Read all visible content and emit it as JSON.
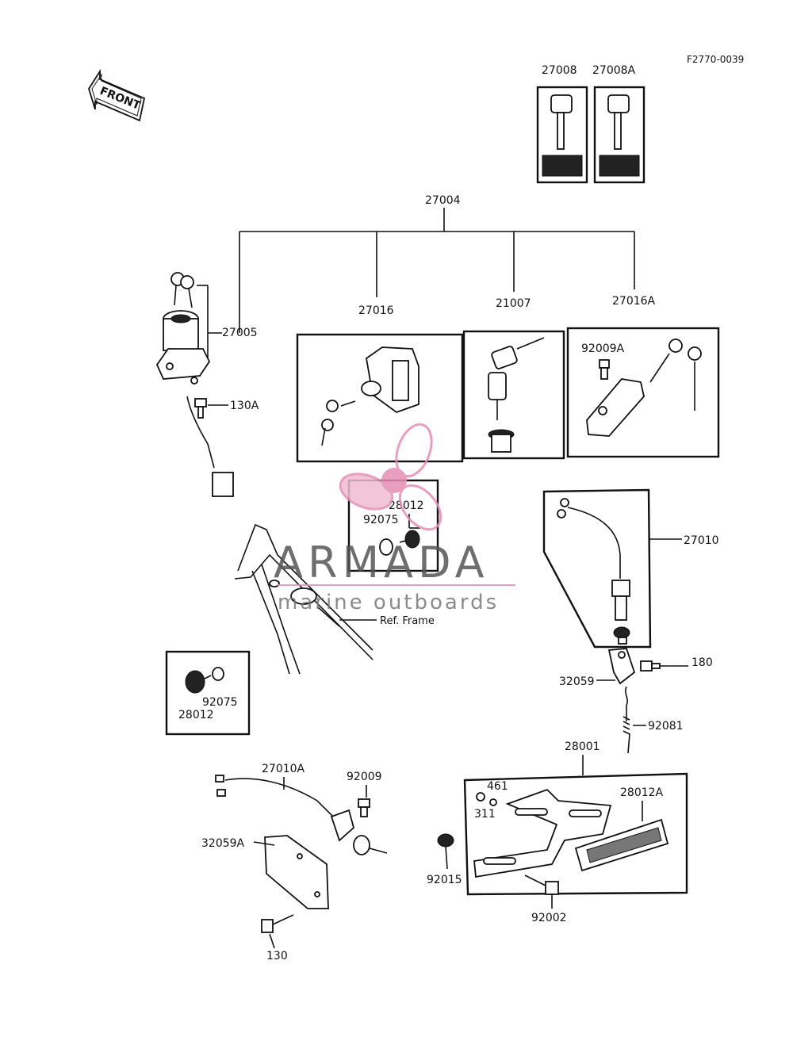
{
  "diagram_code": "F2770-0039",
  "front_label": "FRONT",
  "ref_frame": "Ref.  Frame",
  "watermark": {
    "brand": "ARMADA",
    "tagline": "marine outboards",
    "color": "#e58fb5"
  },
  "parts": {
    "p27008": "27008",
    "p27008A": "27008A",
    "p27004": "27004",
    "p27005": "27005",
    "p27016": "27016",
    "p21007": "21007",
    "p27016A": "27016A",
    "p92009A": "92009A",
    "p130A": "130A",
    "p28012_a": "28012",
    "p92075_a": "92075",
    "p27010": "27010",
    "p180": "180",
    "p32059": "32059",
    "p92081": "92081",
    "p28012_b": "28012",
    "p92075_b": "92075",
    "p28001": "28001",
    "p27010A": "27010A",
    "p92009": "92009",
    "p32059A": "32059A",
    "p461": "461",
    "p311": "311",
    "p28012A": "28012A",
    "p92015": "92015",
    "p92002": "92002",
    "p130": "130"
  }
}
